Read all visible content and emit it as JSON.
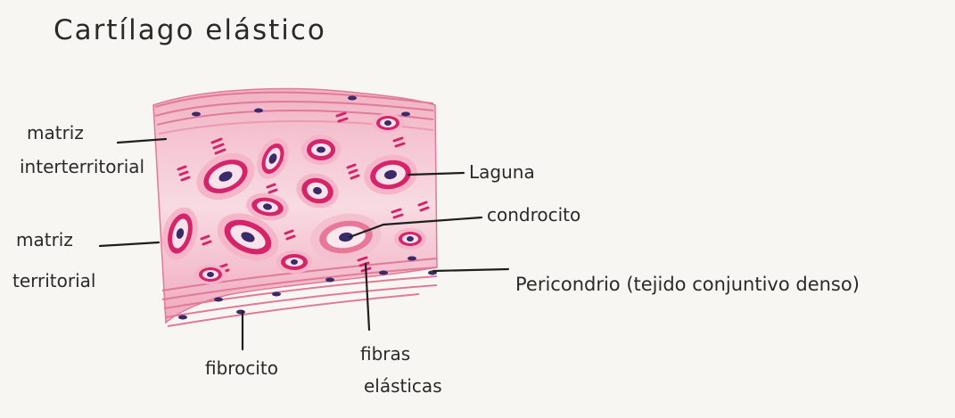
{
  "title": "Cartílago elástico",
  "labels": {
    "matriz_interterritorial": [
      "matriz",
      "interterritorial"
    ],
    "matriz_territorial": [
      "matriz",
      "territorial"
    ],
    "laguna": "Laguna",
    "condrocito": "condrocito",
    "pericondrio": "Pericondrio (tejido conjuntivo denso)",
    "fibrocito": "fibrocito",
    "fibras_elasticas": [
      "fibras",
      "elásticas"
    ]
  },
  "colors": {
    "paper": "#f7f6f2",
    "pink_light": "#f3b8c8",
    "pink_mid": "#e8789a",
    "magenta": "#d6246a",
    "nucleus": "#3a2a6a"
  }
}
